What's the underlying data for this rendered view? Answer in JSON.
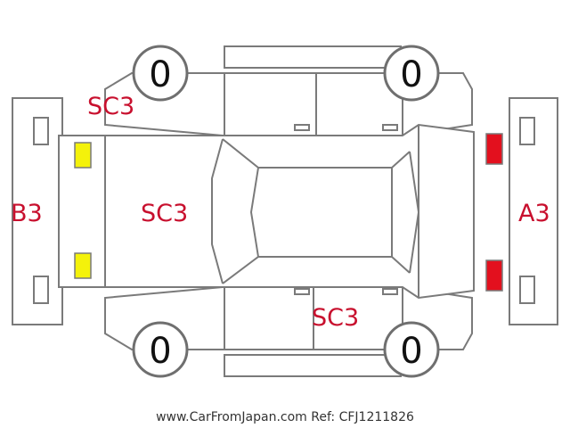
{
  "tires": {
    "front_left": "0",
    "front_right": "0",
    "rear_left": "0",
    "rear_right": "0"
  },
  "damage_codes": {
    "front_panel": "A3",
    "rear_panel": "B3",
    "roof_top_left": "SC3",
    "hood_area": "SC3",
    "side_bottom": "SC3"
  },
  "footer_text": "www.CarFromJapan.com Ref: CFJ1211826",
  "colors": {
    "code_text": "#c8102e",
    "yellow_marker": "#f4f20a",
    "red_marker": "#e3101e",
    "outline": "#7a7a7a"
  }
}
